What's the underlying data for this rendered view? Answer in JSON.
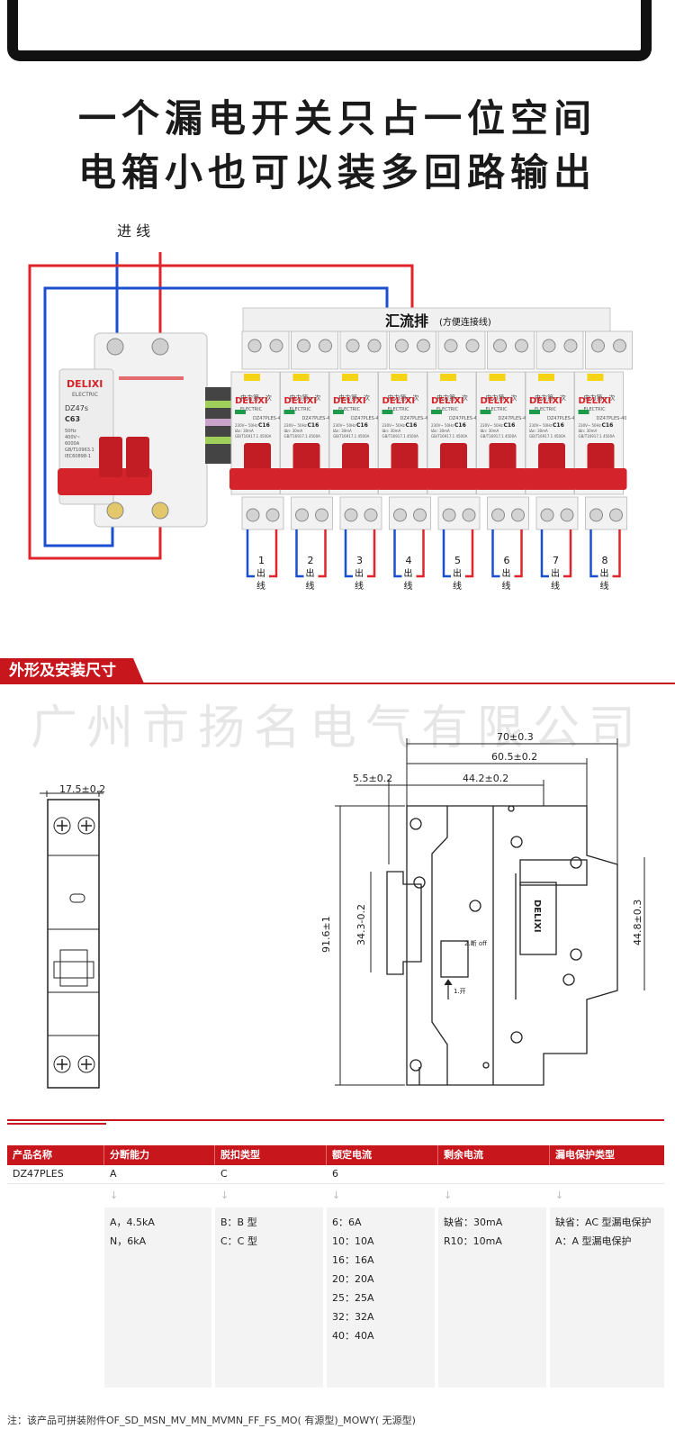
{
  "headline": {
    "line1": "一个漏电开关只占一位空间",
    "line2": "电箱小也可以装多回路输出"
  },
  "wiring": {
    "inlet_label": "进  线",
    "busbar_label": "汇流排",
    "busbar_note": "(方便连接线)",
    "main_breaker": {
      "brand": "DELIXI",
      "brand_sub": "ELECTRIC",
      "model": "DZ47s",
      "rating": "C63",
      "specs": [
        "50Hz",
        "400V~",
        "6000A",
        "GB/T10963.1",
        "IEC60898-1"
      ]
    },
    "rcbo_label": {
      "brand": "DELIXI",
      "brand_sub": "ELECTRIC",
      "model": "DZ47PLES-40",
      "rating": "C16",
      "line1": "230V~ 50Hz",
      "line2": "IΔn: 30mA",
      "line3": "GB/T16917.1  4500A",
      "tagline": "电力第一次"
    },
    "outputs": [
      "1",
      "2",
      "3",
      "4",
      "5",
      "6",
      "7",
      "8"
    ],
    "output_word_1": "出",
    "output_word_2": "线",
    "colors": {
      "live": "#e0242b",
      "neutral": "#1c4fd0",
      "handle": "#d4232a",
      "body": "#f2f2f2",
      "label": "#f5d416"
    }
  },
  "section": {
    "title": "外形及安装尺寸",
    "watermark": "广州市扬名电气有限公司"
  },
  "dimensions": {
    "side_width": "17.5±0.2",
    "overall": "70±0.3",
    "depth": "60.5±0.2",
    "front": "44.2±0.2",
    "offset": "5.5±0.2",
    "height": "91.6±1",
    "rail": "34.3-0.2",
    "window": "44.8±0.3",
    "handle_on": "2.断 off",
    "handle_off": "1.开"
  },
  "spec_table": {
    "headers": [
      "产品名称",
      "分断能力",
      "脱扣类型",
      "额定电流",
      "剩余电流",
      "漏电保护类型"
    ],
    "values": [
      "DZ47PLES",
      "A",
      "C",
      "6",
      "",
      ""
    ],
    "arrow": "↓",
    "options": [
      [],
      [
        "A，4.5kA",
        "N，6kA"
      ],
      [
        "B：B 型",
        "C：C 型"
      ],
      [
        "6：6A",
        "10：10A",
        "16：16A",
        "20：20A",
        "25：25A",
        "32：32A",
        "40：40A"
      ],
      [
        "缺省：30mA",
        "R10：10mA"
      ],
      [
        "缺省：AC 型漏电保护",
        "A：A 型漏电保护"
      ]
    ],
    "accent": "#c8161d"
  },
  "footnote": "注：该产品可拼装附件OF_SD_MSN_MV_MN_MVMN_FF_FS_MO( 有源型)_MOWY( 无源型)"
}
